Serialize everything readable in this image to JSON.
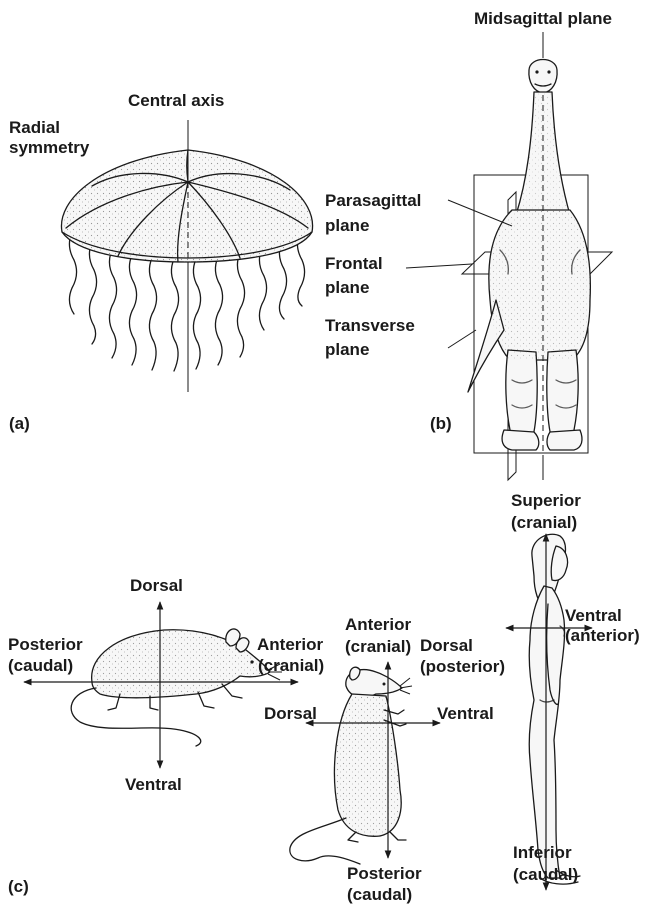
{
  "panel_a": {
    "panel_label": "(a)",
    "radial_line1": "Radial",
    "radial_line2": "symmetry",
    "central_axis": "Central axis"
  },
  "panel_b": {
    "panel_label": "(b)",
    "midsagittal": "Midsagittal plane",
    "parasagittal_line1": "Parasagittal",
    "parasagittal_line2": "plane",
    "frontal_line1": "Frontal",
    "frontal_line2": "plane",
    "transverse_line1": "Transverse",
    "transverse_line2": "plane"
  },
  "panel_c": {
    "panel_label": "(c)",
    "rat": {
      "dorsal": "Dorsal",
      "ventral": "Ventral",
      "posterior_line1": "Posterior",
      "posterior_line2": "(caudal)",
      "anterior_line1": "Anterior",
      "anterior_line2": "(cranial)"
    },
    "standing_rat": {
      "anterior_line1": "Anterior",
      "anterior_line2": "(cranial)",
      "dorsal": "Dorsal",
      "ventral": "Ventral",
      "posterior_line1": "Posterior",
      "posterior_line2": "(caudal)"
    },
    "human": {
      "superior_line1": "Superior",
      "superior_line2": "(cranial)",
      "ventral_line1": "Ventral",
      "ventral_line2": "(anterior)",
      "dorsal_line1": "Dorsal",
      "dorsal_line2": "(posterior)",
      "inferior_line1": "Inferior",
      "inferior_line2": "(caudal)"
    }
  }
}
